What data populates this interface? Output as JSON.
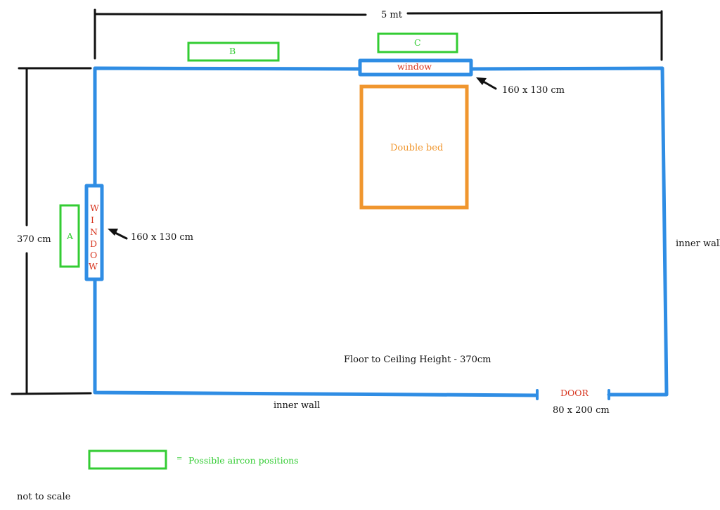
{
  "colors": {
    "wall": "#2f8de4",
    "aircon": "#33cc33",
    "bed": "#f0962e",
    "label_red": "#d7351f",
    "dimension": "#111111"
  },
  "dimensions": {
    "width": "5 mt",
    "height": "370 cm"
  },
  "aircon_positions": {
    "a": "A",
    "b": "B",
    "c": "C"
  },
  "top_window": {
    "label": "window",
    "size": "160 x 130 cm"
  },
  "left_window": {
    "letters": [
      "W",
      "I",
      "N",
      "D",
      "O",
      "W"
    ],
    "size": "160 x 130 cm"
  },
  "bed": {
    "label": "Double bed"
  },
  "walls": {
    "right": "inner wall",
    "bottom": "inner wall"
  },
  "door": {
    "label": "DOOR",
    "size": "80 x 200 cm"
  },
  "ceiling_note": "Floor to Ceiling Height - 370cm",
  "legend": {
    "equals": "=",
    "text": "Possible aircon positions"
  },
  "scale_note": "not to scale"
}
